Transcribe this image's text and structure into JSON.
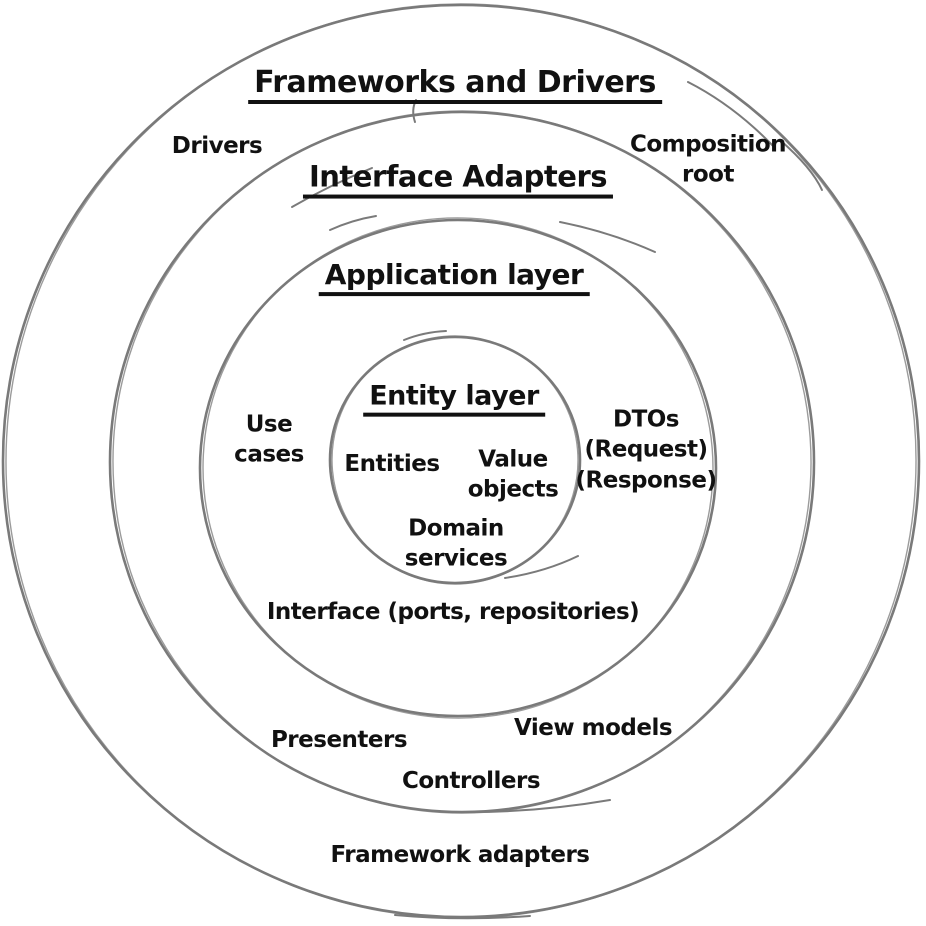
{
  "colors": {
    "circle_stroke": "#7a7a7a",
    "text": "#111111",
    "background": "#ffffff"
  },
  "rings": {
    "frameworks_drivers": {
      "title": "Frameworks and Drivers",
      "labels": {
        "drivers": "Drivers",
        "composition_root": "Composition\nroot",
        "framework_adapters": "Framework adapters"
      }
    },
    "interface_adapters": {
      "title": "Interface Adapters",
      "labels": {
        "presenters": "Presenters",
        "view_models": "View models",
        "controllers": "Controllers"
      }
    },
    "application_layer": {
      "title": "Application layer",
      "labels": {
        "use_cases": "Use\ncases",
        "dtos": "DTOs\n(Request)\n(Response)",
        "interface_ports": "Interface (ports, repositories)"
      }
    },
    "entity_layer": {
      "title": "Entity layer",
      "labels": {
        "entities": "Entities",
        "value_objects": "Value\nobjects",
        "domain_services": "Domain\nservices"
      }
    }
  }
}
